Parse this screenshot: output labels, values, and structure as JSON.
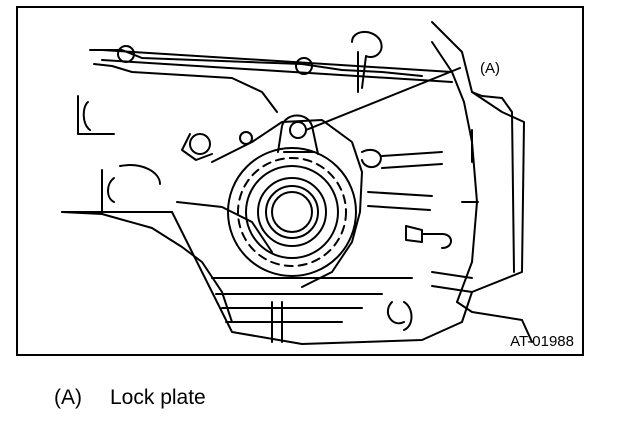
{
  "diagram": {
    "callout_label": "(A)",
    "figure_id": "AT-01988"
  },
  "legend": [
    {
      "key": "(A)",
      "text": "Lock plate"
    }
  ]
}
